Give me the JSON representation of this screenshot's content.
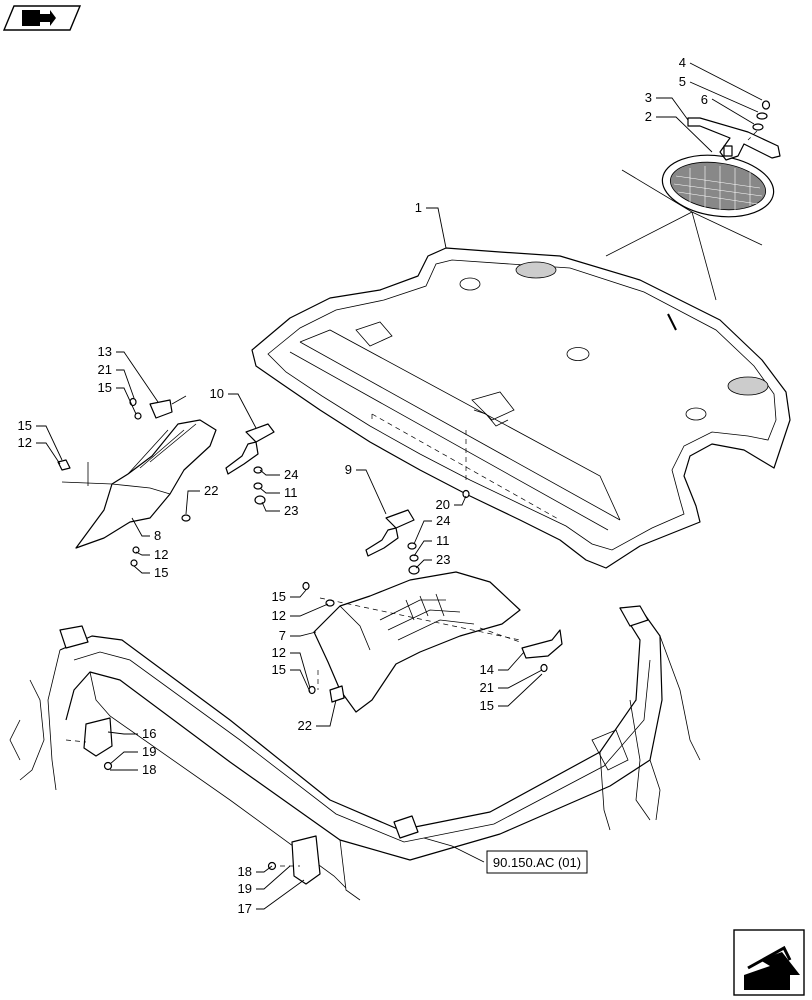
{
  "callouts": [
    {
      "id": "c4",
      "text": "4"
    },
    {
      "id": "c5",
      "text": "5"
    },
    {
      "id": "c6",
      "text": "6"
    },
    {
      "id": "c3",
      "text": "3"
    },
    {
      "id": "c2",
      "text": "2"
    },
    {
      "id": "c1",
      "text": "1"
    },
    {
      "id": "c13",
      "text": "13"
    },
    {
      "id": "c21a",
      "text": "21"
    },
    {
      "id": "c15a",
      "text": "15"
    },
    {
      "id": "c15b",
      "text": "15"
    },
    {
      "id": "c12a",
      "text": "12"
    },
    {
      "id": "c10",
      "text": "10"
    },
    {
      "id": "c24a",
      "text": "24"
    },
    {
      "id": "c11a",
      "text": "11"
    },
    {
      "id": "c23a",
      "text": "23"
    },
    {
      "id": "c22a",
      "text": "22"
    },
    {
      "id": "c8",
      "text": "8"
    },
    {
      "id": "c12b",
      "text": "12"
    },
    {
      "id": "c15c",
      "text": "15"
    },
    {
      "id": "c9",
      "text": "9"
    },
    {
      "id": "c20",
      "text": "20"
    },
    {
      "id": "c24b",
      "text": "24"
    },
    {
      "id": "c11b",
      "text": "11"
    },
    {
      "id": "c23b",
      "text": "23"
    },
    {
      "id": "c15d",
      "text": "15"
    },
    {
      "id": "c12c",
      "text": "12"
    },
    {
      "id": "c7",
      "text": "7"
    },
    {
      "id": "c12d",
      "text": "12"
    },
    {
      "id": "c15e",
      "text": "15"
    },
    {
      "id": "c22b",
      "text": "22"
    },
    {
      "id": "c14",
      "text": "14"
    },
    {
      "id": "c21b",
      "text": "21"
    },
    {
      "id": "c15f",
      "text": "15"
    },
    {
      "id": "c16",
      "text": "16"
    },
    {
      "id": "c19a",
      "text": "19"
    },
    {
      "id": "c18a",
      "text": "18"
    },
    {
      "id": "c18b",
      "text": "18"
    },
    {
      "id": "c19b",
      "text": "19"
    },
    {
      "id": "c17",
      "text": "17"
    }
  ],
  "reference_label": "90.150.AC (01)",
  "icons": {
    "top_left": "book-arrow-icon",
    "bottom_right": "next-page-arrow-icon"
  }
}
